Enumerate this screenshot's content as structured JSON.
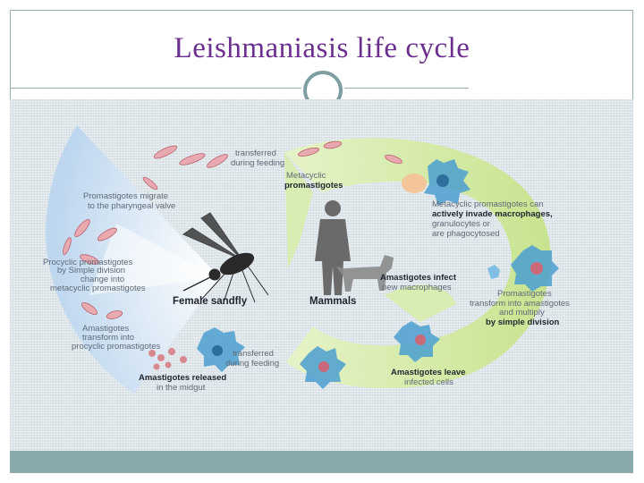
{
  "slide": {
    "title": "Leishmaniasis life cycle"
  },
  "diagram": {
    "hosts": {
      "sandfly": "Female sandfly",
      "mammals": "Mammals"
    },
    "sandfly_labels": {
      "transferred_top": [
        "transferred",
        "during feeding"
      ],
      "migrate": [
        "Promastigotes migrate",
        "to the pharyngeal valve"
      ],
      "procyclic": [
        "Procyclic promastigotes",
        "by Simple division",
        "change into",
        "metacyclic promastigotes"
      ],
      "amastigotes_transform": [
        "Amastigotes",
        "transform into",
        "procyclic promastigotes"
      ],
      "released": [
        "Amastigotes released",
        "in the midgut"
      ],
      "transferred_bottom": [
        "transferred",
        "during feeding"
      ]
    },
    "mammal_labels": {
      "metacyclic": [
        "Metacyclic",
        "promastigotes"
      ],
      "invade": [
        "Metacyclic promastigotes can",
        "actively invade macrophages,",
        "granulocytes or",
        "are phagocytosed"
      ],
      "infect": [
        "Amastigotes infect",
        "new macrophages"
      ],
      "multiply": [
        "Promastigotes",
        "transform into amastigotes",
        "and multiply",
        "by simple division"
      ],
      "leave": [
        "Amastigotes leave",
        "infected cells"
      ]
    },
    "colors": {
      "title": "#6b2f8f",
      "mammal_ring": "#cfe89a",
      "sandfly_fan": "#cfe2f5",
      "cell": "#4b9fd0",
      "frame": "#9aaeb2",
      "footer": "#89a9ad"
    }
  }
}
